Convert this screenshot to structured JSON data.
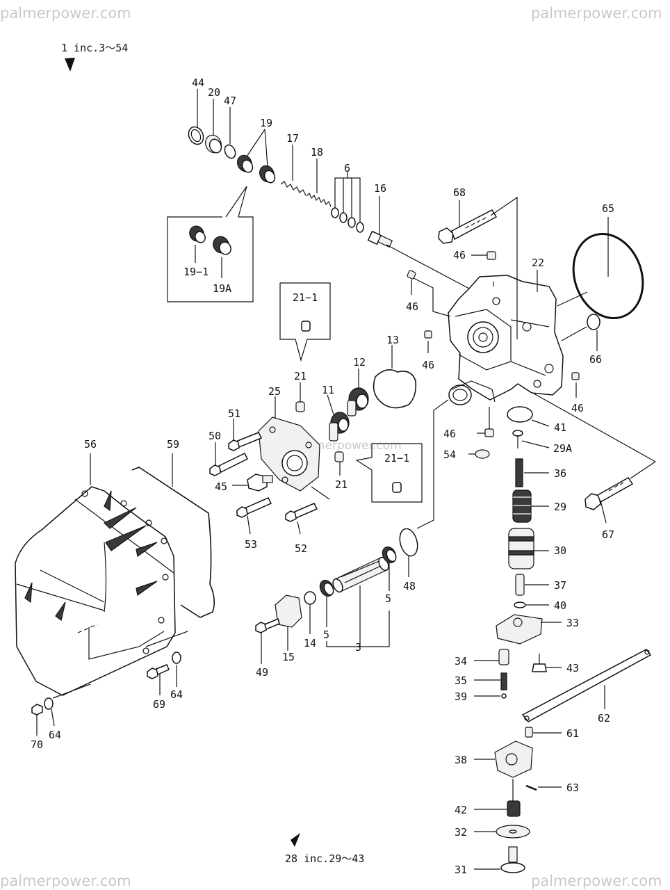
{
  "watermark": {
    "text": "palmerpower.com",
    "center_text": "palmerpower.com"
  },
  "assembly_notes": {
    "top": "1 inc.3〜54",
    "bottom": "28 inc.29〜43"
  },
  "callouts": [
    {
      "id": "44",
      "text": "44"
    },
    {
      "id": "20",
      "text": "20"
    },
    {
      "id": "47",
      "text": "47"
    },
    {
      "id": "19",
      "text": "19"
    },
    {
      "id": "17",
      "text": "17"
    },
    {
      "id": "18",
      "text": "18"
    },
    {
      "id": "6",
      "text": "6"
    },
    {
      "id": "16",
      "text": "16"
    },
    {
      "id": "68",
      "text": "68"
    },
    {
      "id": "65",
      "text": "65"
    },
    {
      "id": "46a",
      "text": "46"
    },
    {
      "id": "22",
      "text": "22"
    },
    {
      "id": "46b",
      "text": "46"
    },
    {
      "id": "46c",
      "text": "46"
    },
    {
      "id": "66",
      "text": "66"
    },
    {
      "id": "46d",
      "text": "46"
    },
    {
      "id": "41",
      "text": "41"
    },
    {
      "id": "46e",
      "text": "46"
    },
    {
      "id": "29A",
      "text": "29A"
    },
    {
      "id": "54",
      "text": "54"
    },
    {
      "id": "36",
      "text": "36"
    },
    {
      "id": "29",
      "text": "29"
    },
    {
      "id": "30",
      "text": "30"
    },
    {
      "id": "37",
      "text": "37"
    },
    {
      "id": "40",
      "text": "40"
    },
    {
      "id": "33",
      "text": "33"
    },
    {
      "id": "34",
      "text": "34"
    },
    {
      "id": "43",
      "text": "43"
    },
    {
      "id": "35",
      "text": "35"
    },
    {
      "id": "39",
      "text": "39"
    },
    {
      "id": "62",
      "text": "62"
    },
    {
      "id": "61",
      "text": "61"
    },
    {
      "id": "38",
      "text": "38"
    },
    {
      "id": "63",
      "text": "63"
    },
    {
      "id": "42",
      "text": "42"
    },
    {
      "id": "32",
      "text": "32"
    },
    {
      "id": "31",
      "text": "31"
    },
    {
      "id": "67",
      "text": "67"
    },
    {
      "id": "13",
      "text": "13"
    },
    {
      "id": "12",
      "text": "12"
    },
    {
      "id": "11",
      "text": "11"
    },
    {
      "id": "21a",
      "text": "21"
    },
    {
      "id": "25",
      "text": "25"
    },
    {
      "id": "51",
      "text": "51"
    },
    {
      "id": "50",
      "text": "50"
    },
    {
      "id": "45",
      "text": "45"
    },
    {
      "id": "53",
      "text": "53"
    },
    {
      "id": "52",
      "text": "52"
    },
    {
      "id": "21b",
      "text": "21"
    },
    {
      "id": "56",
      "text": "56"
    },
    {
      "id": "59",
      "text": "59"
    },
    {
      "id": "48",
      "text": "48"
    },
    {
      "id": "5a",
      "text": "5"
    },
    {
      "id": "5b",
      "text": "5"
    },
    {
      "id": "3",
      "text": "3"
    },
    {
      "id": "14",
      "text": "14"
    },
    {
      "id": "15",
      "text": "15"
    },
    {
      "id": "49",
      "text": "49"
    },
    {
      "id": "69",
      "text": "69"
    },
    {
      "id": "64a",
      "text": "64"
    },
    {
      "id": "70",
      "text": "70"
    },
    {
      "id": "64b",
      "text": "64"
    }
  ],
  "inset_boxes": {
    "box_19": {
      "labels": [
        "19−1",
        "19A"
      ]
    },
    "box_21_upper": {
      "labels": [
        "21−1"
      ]
    },
    "box_21_lower": {
      "labels": [
        "21−1"
      ]
    }
  }
}
